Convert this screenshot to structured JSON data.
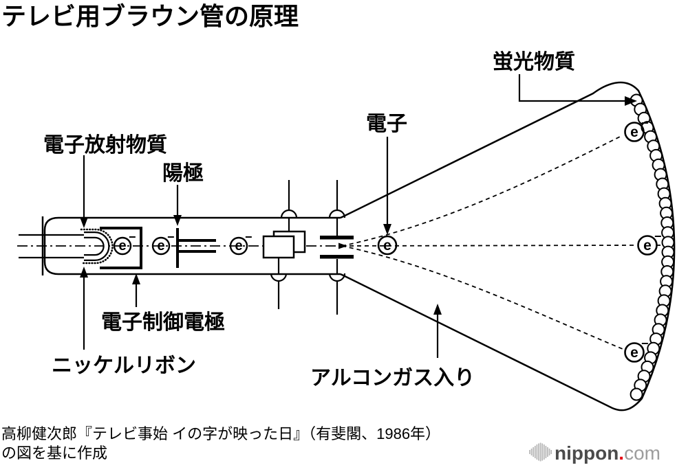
{
  "title": "テレビ用ブラウン管の原理",
  "diagram": {
    "labels": {
      "phosphor": "蛍光物質",
      "electron": "電子",
      "emitter": "電子放射物質",
      "anode": "陽極",
      "control_electrode": "電子制御電極",
      "nickel_ribbon": "ニッケルリボン",
      "argon_gas": "アルコンガス入り"
    },
    "symbols": {
      "electron": "e",
      "minus": "−"
    }
  },
  "caption": {
    "line1": "高柳健次郎『テレビ事始 イの字が映った日』（有斐閣、1986年）",
    "line2": "の図を基に作成"
  },
  "logo": {
    "name": "nippon",
    "dot": ".",
    "tld": "com"
  },
  "colors": {
    "ink": "#000000",
    "background": "#ffffff",
    "logo_dark": "#4b4b4b",
    "logo_light": "#9d9d9d",
    "logo_red": "#e60012",
    "logo_bars": "#b5b5b5"
  }
}
